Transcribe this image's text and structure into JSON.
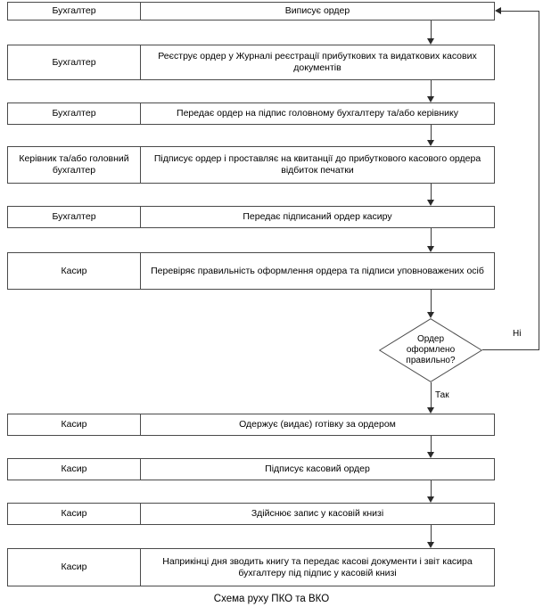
{
  "diagram": {
    "caption": "Схема руху ПКО та ВКО",
    "steps": [
      {
        "actor": "Бухгалтер",
        "action": "Виписує ордер"
      },
      {
        "actor": "Бухгалтер",
        "action": "Реєструє ордер у Журналі реєстрації прибуткових та видаткових касових документів"
      },
      {
        "actor": "Бухгалтер",
        "action": "Передає ордер на підпис головному бухгалтеру та/або керівнику"
      },
      {
        "actor": "Керівник та/або головний бухгалтер",
        "action": "Підписує ордер і проставляє на квитанції до прибуткового касового ордера відбиток печатки"
      },
      {
        "actor": "Бухгалтер",
        "action": "Передає підписаний ордер касиру"
      },
      {
        "actor": "Касир",
        "action": "Перевіряє правильність оформлення ордера та підписи уповноважених осіб"
      },
      {
        "actor": "Касир",
        "action": "Одержує (видає) готівку за ордером"
      },
      {
        "actor": "Касир",
        "action": "Підписує касовий ордер"
      },
      {
        "actor": "Касир",
        "action": "Здійснює запис у касовій книзі"
      },
      {
        "actor": "Касир",
        "action": "Наприкінці дня зводить книгу та передає касові документи і звіт касира бухгалтеру під підпис у касовій книзі"
      }
    ],
    "decision": {
      "line1": "Ордер",
      "line2": "оформлено",
      "line3": "правильно?"
    },
    "edge_labels": {
      "no": "Ні",
      "yes": "Так"
    },
    "colors": {
      "border": "#4a4a4a",
      "connector": "#3a3a3a",
      "background": "#ffffff",
      "text": "#000000"
    }
  }
}
